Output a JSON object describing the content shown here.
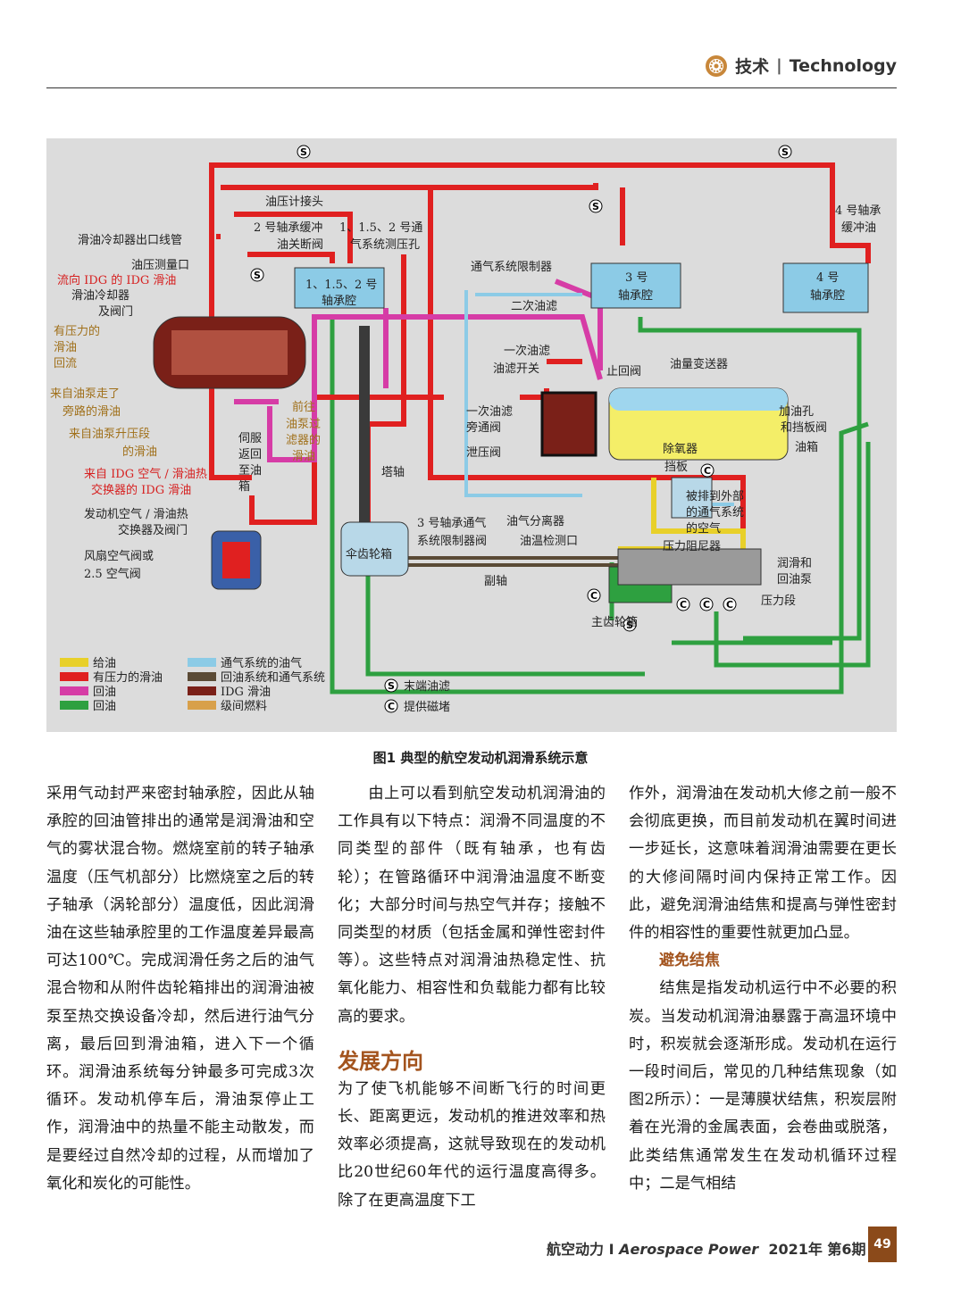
{
  "header": {
    "section_cn": "技术",
    "section_sep": "|",
    "section_en": "Technology"
  },
  "figure": {
    "labels": {
      "oil_pressure_port": "油压计接头",
      "bearing2_buffer": "2 号轴承缓冲",
      "bearing_vent_port": "1、1.5、2 号通",
      "oil_cutoff_valve": "油关断阀",
      "vent_pressure_hole": "气系统测压孔",
      "cooler_outlet": "滑油冷却器出口线管",
      "pressure_measure": "油压测量口",
      "to_idg": "流向 IDG 的 IDG 滑油",
      "cooler_valve_1": "滑油冷却器",
      "cooler_valve_2": "及阀门",
      "pressurized_return_1": "有压力的",
      "pressurized_return_2": "滑油",
      "pressurized_return_3": "回流",
      "from_pump_bypass_1": "来自油泵走了",
      "from_pump_bypass_2": "旁路的滑油",
      "from_pump_boost_1": "来自油泵升压段",
      "from_pump_boost_2": "的滑油",
      "from_idg_1": "来自 IDG 空气 / 滑油热",
      "from_idg_2": "交换器的 IDG 滑油",
      "to_pump_filter_1": "前往",
      "to_pump_filter_2": "油泵过",
      "to_pump_filter_3": "滤器的",
      "to_pump_filter_4": "滑油",
      "servo_return_1": "伺服",
      "servo_return_2": "返回",
      "servo_return_3": "至油",
      "servo_return_4": "箱",
      "engine_hx_1": "发动机空气 / 滑油热",
      "engine_hx_2": "交换器及阀门",
      "fan_valve_1": "风扇空气阀或",
      "fan_valve_2": "2.5 空气阀",
      "bearing_chamber_1_1": "1、1.5、2 号",
      "bearing_chamber_1_2": "轴承腔",
      "vent_limiter": "通气系统限制器",
      "secondary_filter": "二次油滤",
      "bearing3_1": "3 号",
      "bearing3_2": "轴承腔",
      "bearing4_buffer_1": "4 号轴承",
      "bearing4_buffer_2": "缓冲油",
      "bearing4_1": "4 号",
      "bearing4_2": "轴承腔",
      "primary_filter": "一次油滤",
      "filter_switch": "油滤开关",
      "check_valve": "止回阀",
      "qty_transmitter": "油量变送器",
      "primary_bypass_1": "一次油滤",
      "primary_bypass_2": "旁通阀",
      "relief_valve": "泄压阀",
      "filler_1": "加油孔",
      "filler_2": "和挡板阀",
      "tank": "油箱",
      "deaerator": "除氧器",
      "baffle": "挡板",
      "tower_shaft": "塔轴",
      "vented_1": "被排到外部",
      "vented_2": "的通气系统",
      "vented_3": "的空气",
      "bearing3_vent_1": "3 号轴承通气",
      "bearing3_vent_2": "系统限制器阀",
      "separator": "油气分离器",
      "temp_port": "油温检测口",
      "pressure_damper": "压力阻尼器",
      "bevel_gearbox": "伞齿轮箱",
      "accessory_shaft": "副轴",
      "pump_1": "润滑和",
      "pump_2": "回油泵",
      "pressure_stage": "压力段",
      "main_gearbox": "主齿轮箱"
    },
    "legend": [
      {
        "label": "给油",
        "color": "#e8d02a"
      },
      {
        "label": "有压力的滑油",
        "color": "#e02020"
      },
      {
        "label": "回油",
        "color": "#d63ca6"
      },
      {
        "label": "回油",
        "color": "#2ea040"
      },
      {
        "label": "通气系统的油气",
        "color": "#8ccbe6"
      },
      {
        "label": "回油系统和通气系统",
        "color": "#5a4a35"
      },
      {
        "label": "IDG 滑油",
        "color": "#7a2018"
      },
      {
        "label": "级间燃料",
        "color": "#d8a04a"
      }
    ],
    "symbols": [
      {
        "glyph": "S",
        "label": "末端油滤"
      },
      {
        "glyph": "C",
        "label": "提供磁堵"
      }
    ]
  },
  "caption": "图1  典型的航空发动机润滑系统示意",
  "col1": "采用气动封严来密封轴承腔，因此从轴承腔的回油管排出的通常是润滑油和空气的雾状混合物。燃烧室前的转子轴承温度（压气机部分）比燃烧室之后的转子轴承（涡轮部分）温度低，因此润滑油在这些轴承腔里的工作温度差异最高可达100℃。完成润滑任务之后的油气混合物和从附件齿轮箱排出的润滑油被泵至热交换设备冷却，然后进行油气分离，最后回到滑油箱，进入下一个循环。润滑油系统每分钟最多可完成3次循环。发动机停车后，滑油泵停止工作，润滑油中的热量不能主动散发，而是要经过自然冷却的过程，从而增加了氧化和炭化的可能性。",
  "col2_p1": "由上可以看到航空发动机润滑油的工作具有以下特点：润滑不同温度的不同类型的部件（既有轴承，也有齿轮）；在管路循环中润滑油温度不断变化；大部分时间与热空气并存；接触不同类型的材质（包括金属和弹性密封件等）。这些特点对润滑油热稳定性、抗氧化能力、相容性和负载能力都有比较高的要求。",
  "col2_heading": "发展方向",
  "col2_p2": "为了使飞机能够不间断飞行的时间更长、距离更远，发动机的推进效率和热效率必须提高，这就导致现在的发动机比20世纪60年代的运行温度高得多。除了在更高温度下工",
  "col3_p1": "作外，润滑油在发动机大修之前一般不会彻底更换，而目前发动机在翼时间进一步延长，这意味着润滑油需要在更长的大修间隔时间内保持正常工作。因此，避免润滑油结焦和提高与弹性密封件的相容性的重要性就更加凸显。",
  "col3_heading": "避免结焦",
  "col3_p2": "结焦是指发动机运行中不必要的积炭。当发动机润滑油暴露于高温环境中时，积炭就会逐渐形成。发动机在运行一段时间后，常见的几种结焦现象（如图2所示）：一是薄膜状结焦，积炭层附着在光滑的金属表面，会卷曲或脱落，此类结焦通常发生在发动机循环过程中；二是气相结",
  "footer": {
    "journal_cn": "航空动力",
    "sep": "I",
    "journal_en": "Aerospace Power",
    "issue": "2021年 第6期",
    "page": "49"
  }
}
